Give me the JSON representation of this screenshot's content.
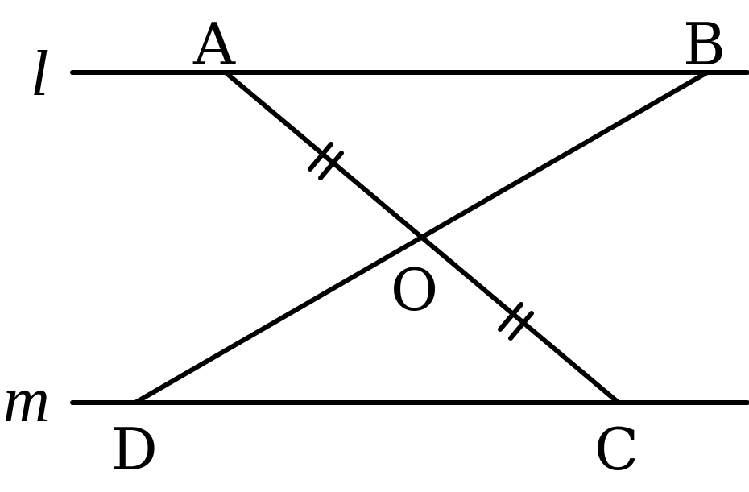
{
  "lines": {
    "top": "l",
    "bottom": "m"
  },
  "points": {
    "A": "A",
    "B": "B",
    "C": "C",
    "D": "D",
    "O": "O"
  },
  "colors": {
    "stroke": "#000000",
    "background": "#ffffff"
  }
}
